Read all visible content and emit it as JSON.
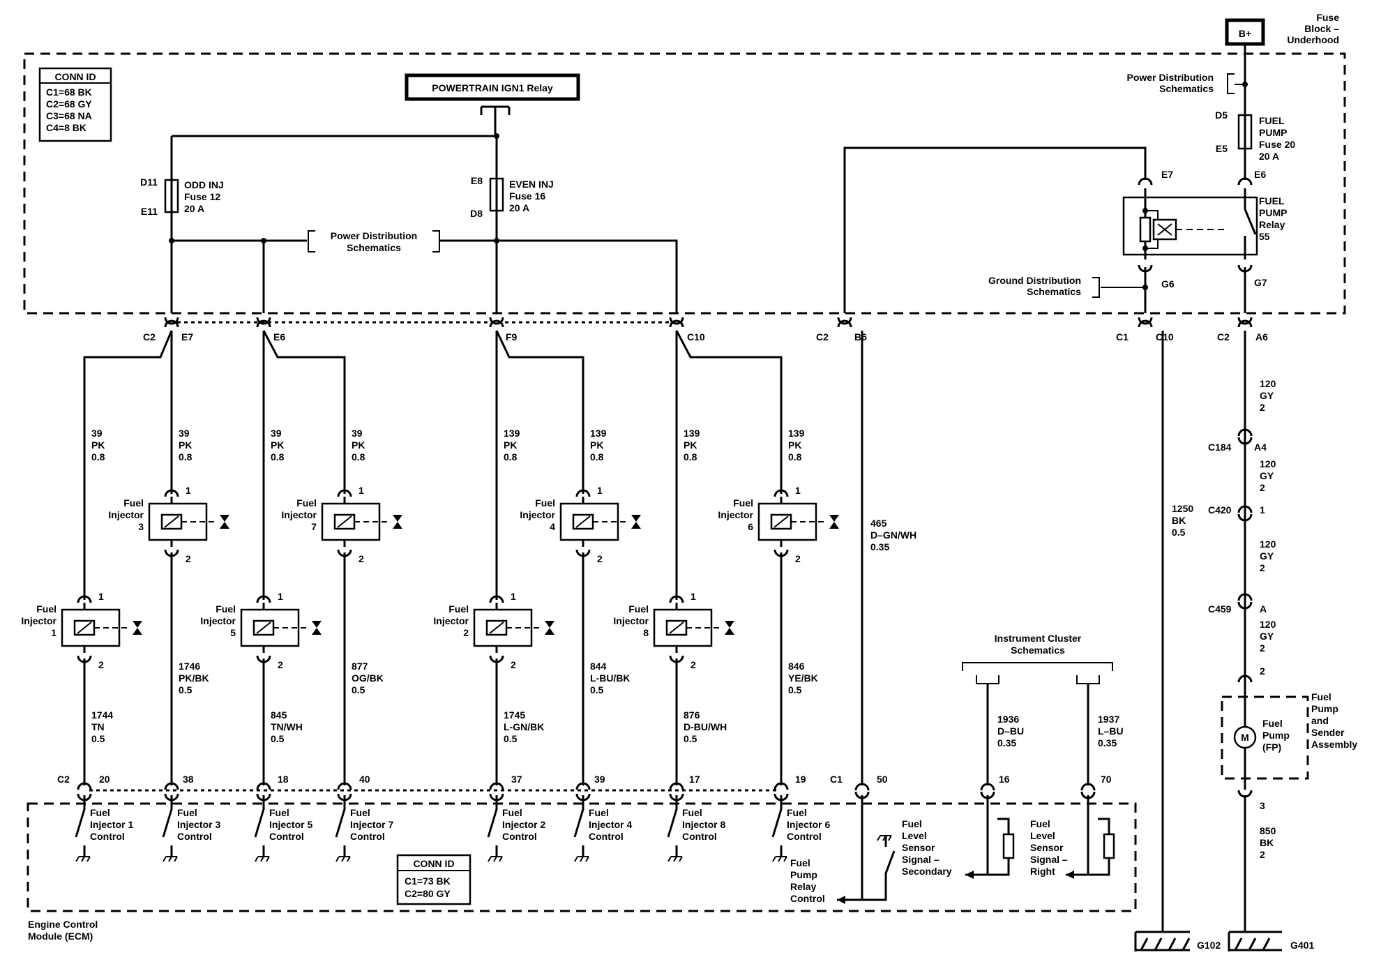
{
  "fuse_block": {
    "bplus": "B+",
    "label_line1": "Fuse",
    "label_line2": "Block –",
    "label_line3": "Underhood"
  },
  "conn_top": {
    "title": "CONN ID",
    "lines": [
      "C1=68 BK",
      "C2=68 GY",
      "C3=68 NA",
      "C4=8 BK"
    ]
  },
  "conn_bottom": {
    "title": "CONN ID",
    "lines": [
      "C1=73 BK",
      "C2=80 GY"
    ]
  },
  "relay_ign": {
    "label": "POWERTRAIN IGN1 Relay"
  },
  "fuse_odd": {
    "pin_top": "D11",
    "pin_bot": "E11",
    "l1": "ODD INJ",
    "l2": "Fuse 12",
    "l3": "20 A"
  },
  "fuse_even": {
    "pin_top": "E8",
    "pin_bot": "D8",
    "l1": "EVEN INJ",
    "l2": "Fuse 16",
    "l3": "20 A"
  },
  "fuse_pump": {
    "pin_top": "D5",
    "pin_bot": "E5",
    "l1": "FUEL",
    "l2": "PUMP",
    "l3": "Fuse 20",
    "l4": "20 A"
  },
  "power_dist_mid": {
    "l1": "Power Distribution",
    "l2": "Schematics"
  },
  "power_dist_right": {
    "l1": "Power Distribution",
    "l2": "Schematics"
  },
  "ground_dist": {
    "l1": "Ground Distribution",
    "l2": "Schematics"
  },
  "pump_relay": {
    "l1": "FUEL",
    "l2": "PUMP",
    "l3": "Relay",
    "l4": "55",
    "pin_e7": "E7",
    "pin_e6": "E6",
    "pin_g6": "G6",
    "pin_g7": "G7"
  },
  "bus_pins": {
    "c2_left": "C2",
    "e7": "E7",
    "e6": "E6",
    "f9": "F9",
    "c10": "C10",
    "c2_mid": "C2",
    "b6": "B6",
    "c1_right": "C1",
    "c10_right": "C10",
    "c2_right": "C2",
    "a6": "A6"
  },
  "wires_top": [
    {
      "l1": "39",
      "l2": "PK",
      "l3": "0.8"
    },
    {
      "l1": "39",
      "l2": "PK",
      "l3": "0.8"
    },
    {
      "l1": "39",
      "l2": "PK",
      "l3": "0.8"
    },
    {
      "l1": "39",
      "l2": "PK",
      "l3": "0.8"
    },
    {
      "l1": "139",
      "l2": "PK",
      "l3": "0.8"
    },
    {
      "l1": "139",
      "l2": "PK",
      "l3": "0.8"
    },
    {
      "l1": "139",
      "l2": "PK",
      "l3": "0.8"
    },
    {
      "l1": "139",
      "l2": "PK",
      "l3": "0.8"
    }
  ],
  "injectors": [
    {
      "l1": "Fuel",
      "l2": "Injector",
      "num": "1",
      "pin1": "1",
      "pin2": "2"
    },
    {
      "l1": "Fuel",
      "l2": "Injector",
      "num": "3",
      "pin1": "1",
      "pin2": "2"
    },
    {
      "l1": "Fuel",
      "l2": "Injector",
      "num": "5",
      "pin1": "1",
      "pin2": "2"
    },
    {
      "l1": "Fuel",
      "l2": "Injector",
      "num": "7",
      "pin1": "1",
      "pin2": "2"
    },
    {
      "l1": "Fuel",
      "l2": "Injector",
      "num": "2",
      "pin1": "1",
      "pin2": "2"
    },
    {
      "l1": "Fuel",
      "l2": "Injector",
      "num": "4",
      "pin1": "1",
      "pin2": "2"
    },
    {
      "l1": "Fuel",
      "l2": "Injector",
      "num": "8",
      "pin1": "1",
      "pin2": "2"
    },
    {
      "l1": "Fuel",
      "l2": "Injector",
      "num": "6",
      "pin1": "1",
      "pin2": "2"
    }
  ],
  "wires_bottom": [
    {
      "l1": "1744",
      "l2": "TN",
      "l3": "0.5"
    },
    {
      "l1": "1746",
      "l2": "PK/BK",
      "l3": "0.5"
    },
    {
      "l1": "845",
      "l2": "TN/WH",
      "l3": "0.5"
    },
    {
      "l1": "877",
      "l2": "OG/BK",
      "l3": "0.5"
    },
    {
      "l1": "1745",
      "l2": "L-GN/BK",
      "l3": "0.5"
    },
    {
      "l1": "844",
      "l2": "L-BU/BK",
      "l3": "0.5"
    },
    {
      "l1": "876",
      "l2": "D-BU/WH",
      "l3": "0.5"
    },
    {
      "l1": "846",
      "l2": "YE/BK",
      "l3": "0.5"
    }
  ],
  "ecm_pins": {
    "c2": "C2",
    "p20": "20",
    "p38": "38",
    "p18": "18",
    "p40": "40",
    "p37": "37",
    "p39": "39",
    "p17": "17",
    "p19": "19",
    "c1": "C1",
    "p50": "50",
    "p16": "16",
    "p70": "70"
  },
  "ecm_controls": [
    {
      "l1": "Fuel",
      "l2": "Injector 1",
      "l3": "Control"
    },
    {
      "l1": "Fuel",
      "l2": "Injector 3",
      "l3": "Control"
    },
    {
      "l1": "Fuel",
      "l2": "Injector 5",
      "l3": "Control"
    },
    {
      "l1": "Fuel",
      "l2": "Injector 7",
      "l3": "Control"
    },
    {
      "l1": "Fuel",
      "l2": "Injector 2",
      "l3": "Control"
    },
    {
      "l1": "Fuel",
      "l2": "Injector 4",
      "l3": "Control"
    },
    {
      "l1": "Fuel",
      "l2": "Injector 8",
      "l3": "Control"
    },
    {
      "l1": "Fuel",
      "l2": "Injector 6",
      "l3": "Control"
    }
  ],
  "relay_ctrl": {
    "l1": "Fuel",
    "l2": "Pump",
    "l3": "Relay",
    "l4": "Control"
  },
  "sensor_secondary": {
    "l1": "Fuel",
    "l2": "Level",
    "l3": "Sensor",
    "l4": "Signal –",
    "l5": "Secondary"
  },
  "sensor_right": {
    "l1": "Fuel",
    "l2": "Level",
    "l3": "Sensor",
    "l4": "Signal –",
    "l5": "Right"
  },
  "ecm": {
    "l1": "Engine Control",
    "l2": "Module (ECM)"
  },
  "wire_465": {
    "l1": "465",
    "l2": "D–GN/WH",
    "l3": "0.35"
  },
  "wire_1250": {
    "l1": "1250",
    "l2": "BK",
    "l3": "0.5"
  },
  "cluster": {
    "l1": "Instrument Cluster",
    "l2": "Schematics"
  },
  "wire_1936": {
    "l1": "1936",
    "l2": "D–BU",
    "l3": "0.35"
  },
  "wire_1937": {
    "l1": "1937",
    "l2": "L–BU",
    "l3": "0.35"
  },
  "pump_chain": [
    {
      "l1": "120",
      "l2": "GY",
      "l3": "2"
    },
    {
      "l1": "120",
      "l2": "GY",
      "l3": "2"
    },
    {
      "l1": "120",
      "l2": "GY",
      "l3": "2"
    },
    {
      "l1": "120",
      "l2": "GY",
      "l3": "2"
    }
  ],
  "pump_conns": {
    "c184": "C184",
    "a4": "A4",
    "c420": "C420",
    "p1": "1",
    "c459": "C459",
    "pa": "A",
    "p2": "2",
    "p3": "3"
  },
  "fuel_pump": {
    "motor": "M",
    "l1": "Fuel",
    "l2": "Pump",
    "l3": "(FP)"
  },
  "sender": {
    "l1": "Fuel",
    "l2": "Pump",
    "l3": "and",
    "l4": "Sender",
    "l5": "Assembly"
  },
  "wire_850": {
    "l1": "850",
    "l2": "BK",
    "l3": "2"
  },
  "grounds": {
    "g102": "G102",
    "g401": "G401"
  }
}
